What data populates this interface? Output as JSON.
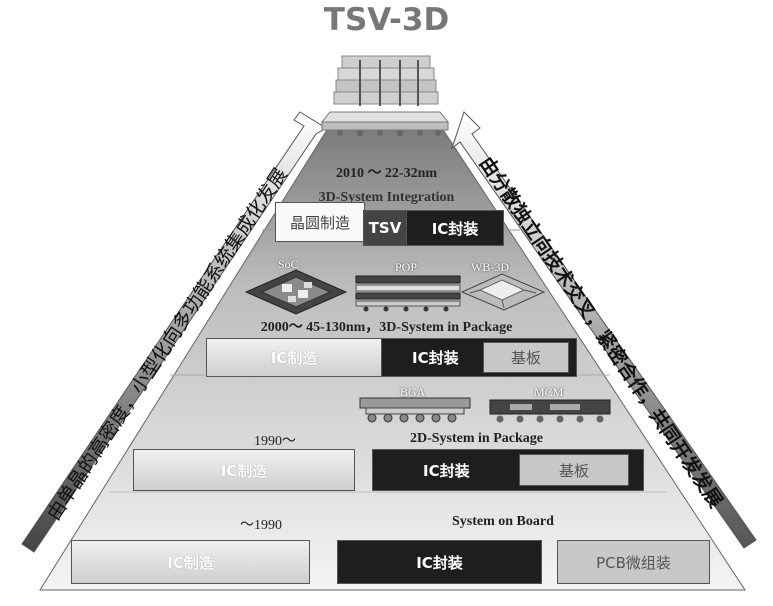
{
  "title": "TSV-3D",
  "left_arrow_text": "由单晶的高密度，小型化向多功能系统集成化发展",
  "right_arrow_text": "由分散独立向技术交叉，紧密合作，共同开发发展",
  "tiers": {
    "tsv3d": {
      "era": "2010 ～ 22-32nm",
      "stage": "3D-System Integration",
      "boxes": [
        "晶圆制造",
        "TSV",
        "IC封装"
      ]
    },
    "sip3d": {
      "era": "2000～ 45-130nm，3D-System in Package",
      "components": [
        "SoC",
        "POP",
        "WB-3D"
      ],
      "boxes": [
        "IC制造",
        "IC封装",
        "基板"
      ]
    },
    "sip2d": {
      "era": "1990～",
      "stage": "2D-System in Package",
      "components": [
        "BGA",
        "MCM"
      ],
      "boxes": [
        "IC制造",
        "IC封装",
        "基板"
      ]
    },
    "board": {
      "era": "～1990",
      "stage": "System on Board",
      "boxes": [
        "IC制造",
        "IC封装",
        "PCB微组装"
      ]
    }
  }
}
